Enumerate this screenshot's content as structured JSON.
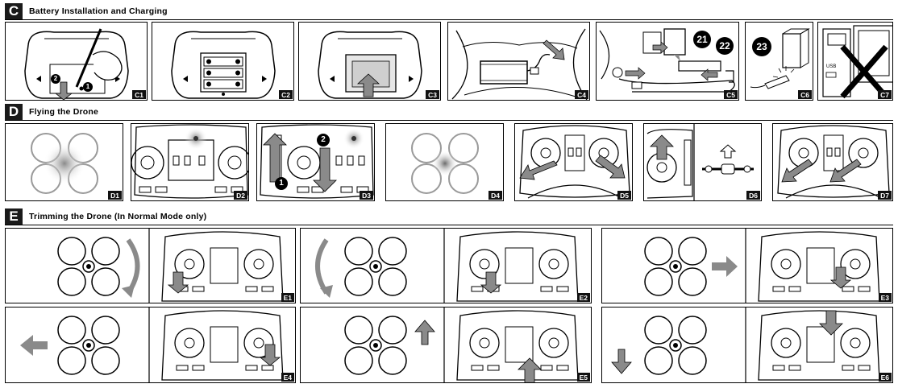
{
  "sections": {
    "c": {
      "letter": "C",
      "title": "Battery Installation and Charging"
    },
    "d": {
      "letter": "D",
      "title": "Flying the Drone"
    },
    "e": {
      "letter": "E",
      "title": "Trimming the Drone (In Normal Mode only)"
    }
  },
  "panels": {
    "c1": "C1",
    "c2": "C2",
    "c3": "C3",
    "c4": "C4",
    "c5": "C5",
    "c6": "C6",
    "c7": "C7",
    "d1": "D1",
    "d2": "D2",
    "d3": "D3",
    "d4": "D4",
    "d5": "D5",
    "d6": "D6",
    "d7": "D7",
    "e1": "E1",
    "e2": "E2",
    "e3": "E3",
    "e4": "E4",
    "e5": "E5",
    "e6": "E6"
  },
  "callouts": {
    "c1_step1": "1",
    "c1_step2": "2",
    "c5_part21": "21",
    "c5_part22": "22",
    "c6_part23": "23",
    "d3_step1": "1",
    "d3_step2": "2",
    "c7_usb": "USB"
  },
  "colors": {
    "ink": "#000000",
    "arrow_gray": "#8a8a8a",
    "panel_bg": "#ffffff",
    "label_bg": "#111111",
    "glow": "#bdbdbd"
  }
}
